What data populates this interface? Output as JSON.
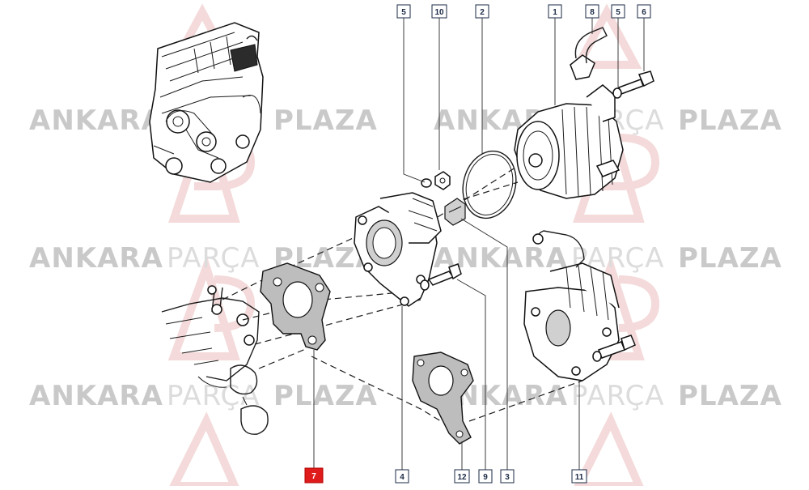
{
  "watermark": {
    "word1": "ANKARA",
    "word2": "PARÇA",
    "word3": "PLAZA",
    "color_strong": "#c9c9c9",
    "color_light": "#dcdcdc",
    "logo_color": "#f3d6d6"
  },
  "callouts": [
    {
      "id": "c5a",
      "label": "5",
      "highlighted": false
    },
    {
      "id": "c10",
      "label": "10",
      "highlighted": false
    },
    {
      "id": "c2",
      "label": "2",
      "highlighted": false
    },
    {
      "id": "c1",
      "label": "1",
      "highlighted": false
    },
    {
      "id": "c8",
      "label": "8",
      "highlighted": false
    },
    {
      "id": "c5b",
      "label": "5",
      "highlighted": false
    },
    {
      "id": "c6",
      "label": "6",
      "highlighted": false
    },
    {
      "id": "c7",
      "label": "7",
      "highlighted": true
    },
    {
      "id": "c4",
      "label": "4",
      "highlighted": false
    },
    {
      "id": "c12",
      "label": "12",
      "highlighted": false
    },
    {
      "id": "c9",
      "label": "9",
      "highlighted": false
    },
    {
      "id": "c3",
      "label": "3",
      "highlighted": false
    },
    {
      "id": "c11",
      "label": "11",
      "highlighted": false
    }
  ],
  "colors": {
    "highlight": "#e01b1b",
    "callout_border": "#1a2a44",
    "line": "#1b1b1b",
    "gasket_fill": "#bdbdbd"
  }
}
